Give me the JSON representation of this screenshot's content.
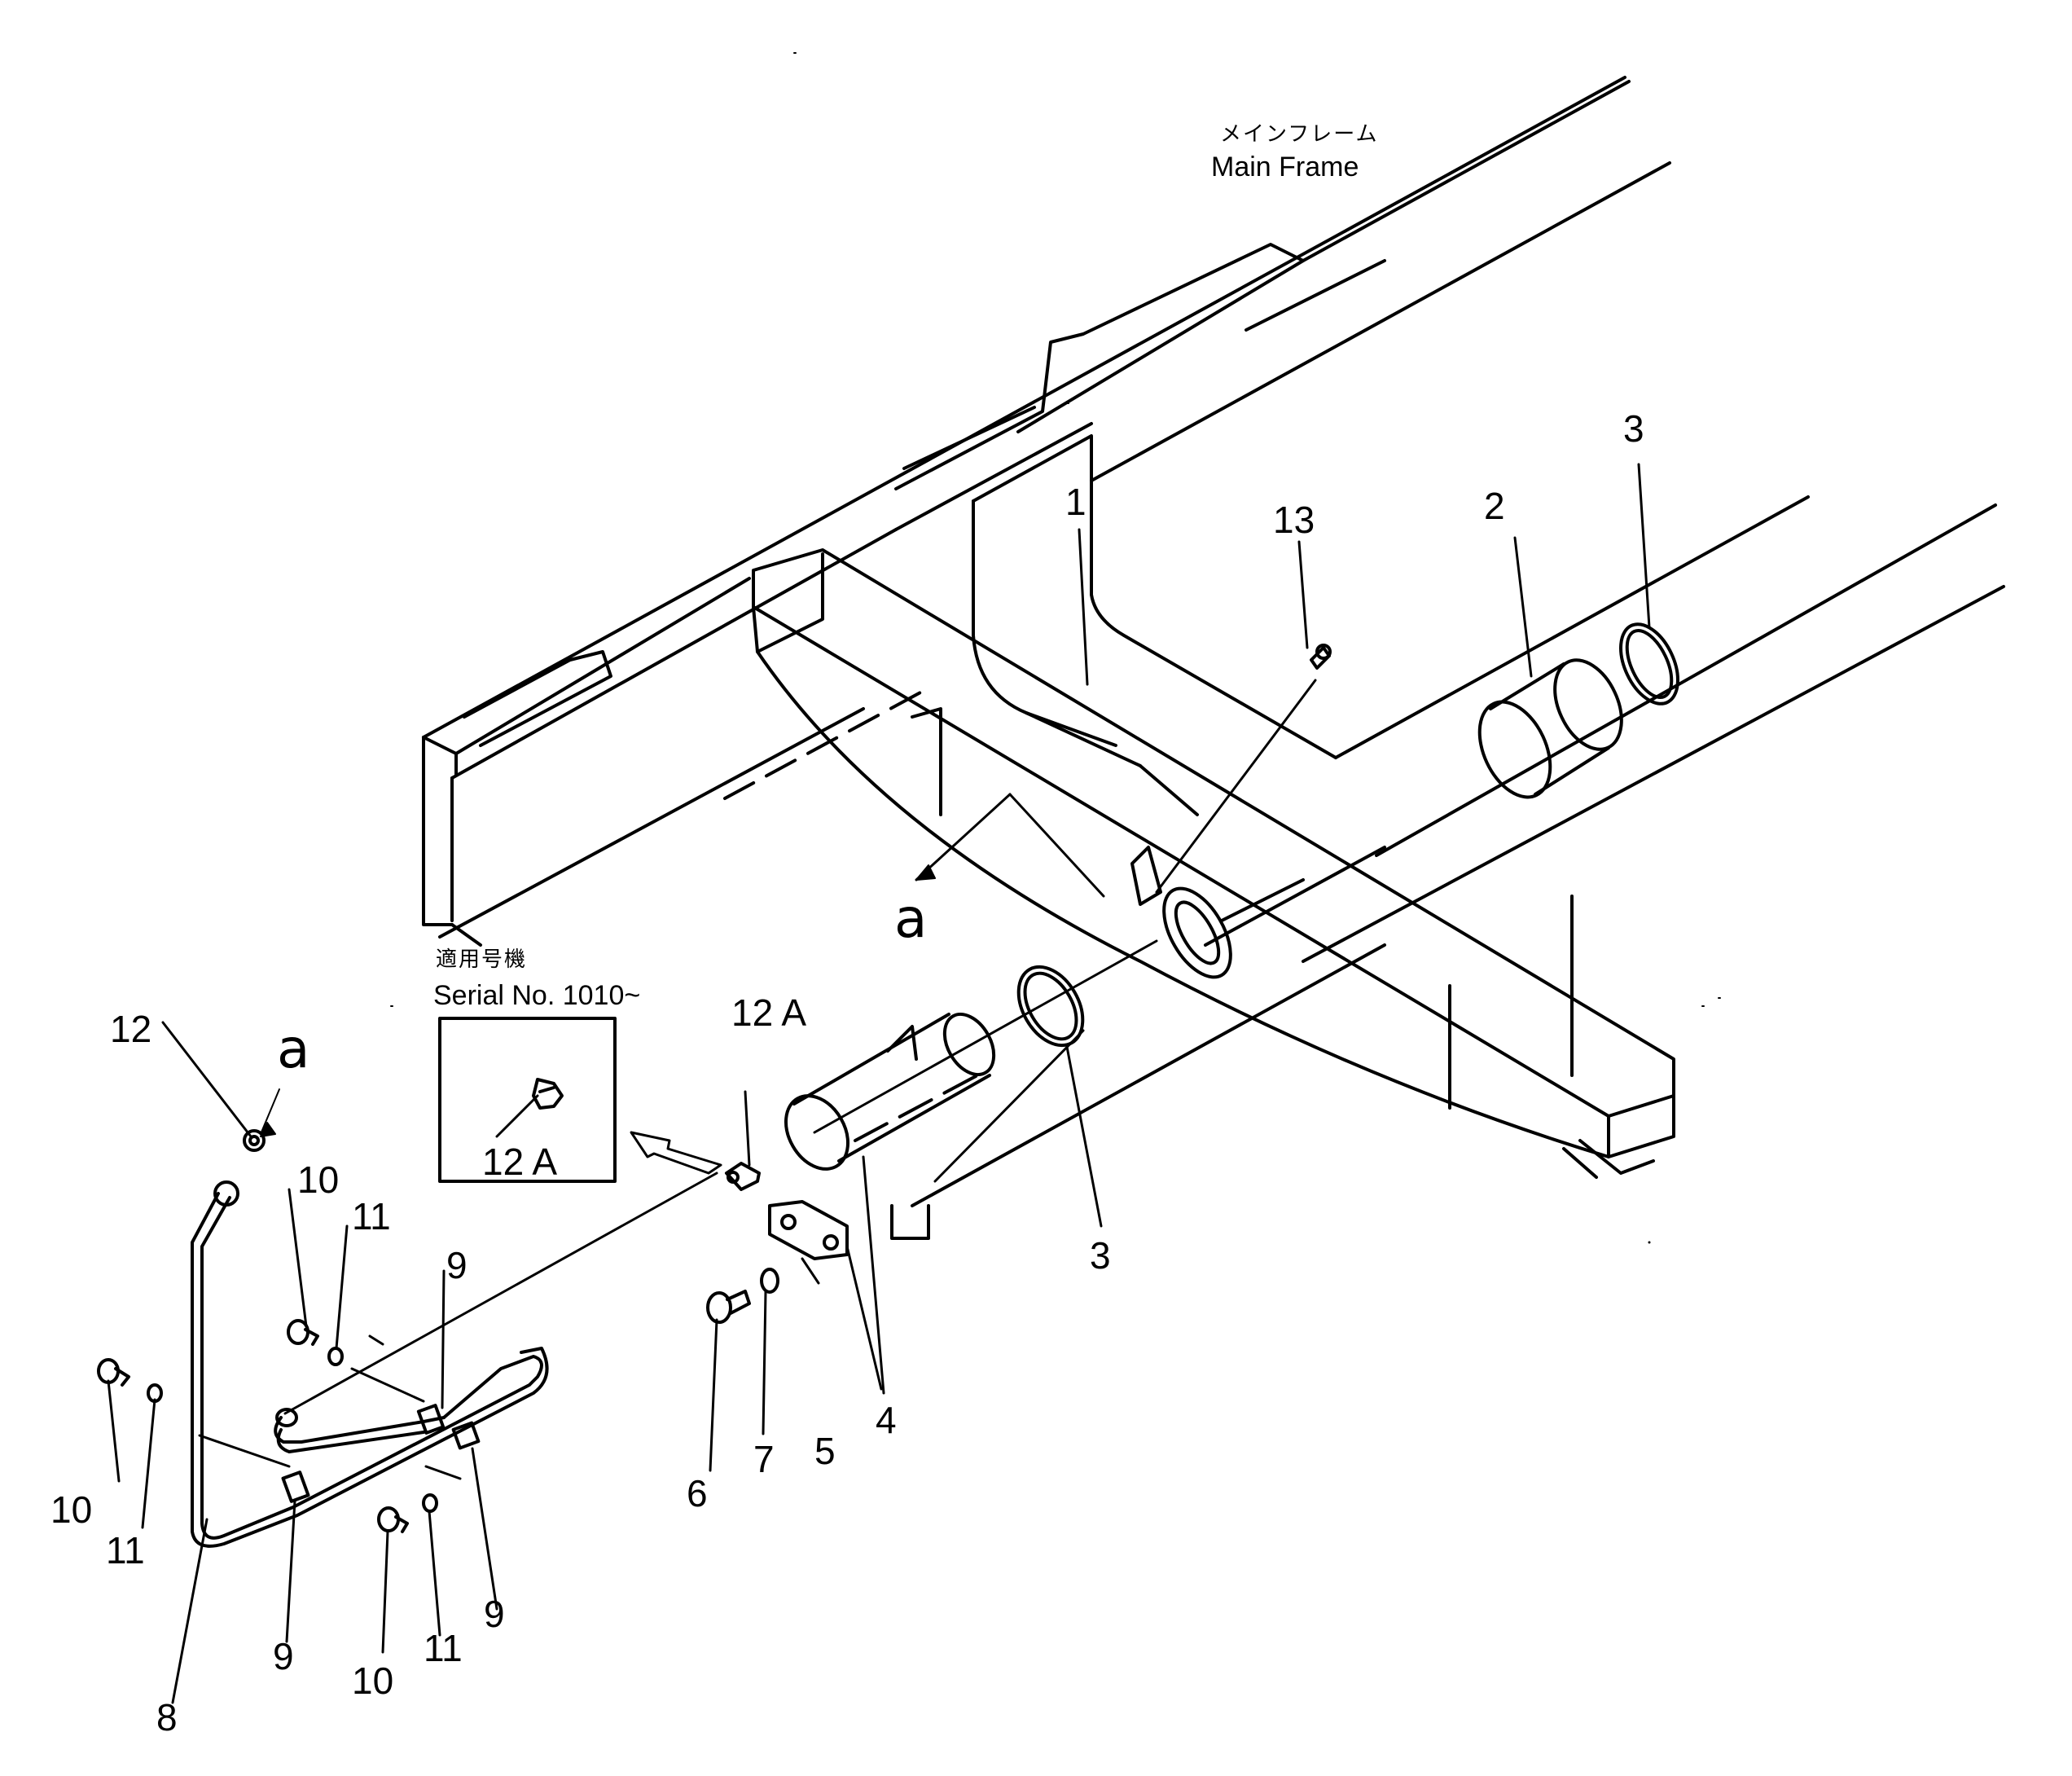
{
  "header": {
    "jp_title": "メインフレーム",
    "en_title": "Main Frame"
  },
  "serial_note": {
    "jp": "適用号機",
    "en": "Serial No. 1010~"
  },
  "inset": {
    "part_label": "12 A"
  },
  "callouts": {
    "c1": "1",
    "c2": "2",
    "c3_top": "3",
    "c3_bottom": "3",
    "c4": "4",
    "c5": "5",
    "c6": "6",
    "c7": "7",
    "c8": "8",
    "c9_top": "9",
    "c9_right": "9",
    "c9_left": "9",
    "c10_upper": "10",
    "c10_left": "10",
    "c10_bottom": "10",
    "c11_upper": "11",
    "c11_left": "11",
    "c11_bottom": "11",
    "c12": "12",
    "c12a": "12 A",
    "c13": "13",
    "view_a_main": "a",
    "view_a_detail": "a"
  },
  "colors": {
    "line": "#000000",
    "background": "#ffffff"
  }
}
